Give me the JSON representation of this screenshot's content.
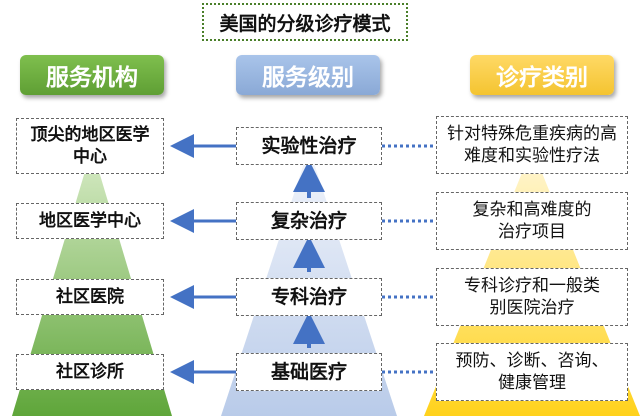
{
  "title": "美国的分级诊疗模式",
  "headers": {
    "institutions": "服务机构",
    "levels": "服务级别",
    "categories": "诊疗类别"
  },
  "institutions": [
    "顶尖的地区医学中心",
    "地区医学中心",
    "社区医院",
    "社区诊所"
  ],
  "levels": [
    "实验性治疗",
    "复杂治疗",
    "专科治疗",
    "基础医疗"
  ],
  "categories": [
    "针对特殊危重疾病的高难度和实验性疗法",
    "复杂和高难度的治疗项目",
    "专科诊疗和一般类别医院治疗",
    "预防、诊断、咨询、健康管理"
  ],
  "colors": {
    "green": "#6aae3e",
    "blue": "#c7d6f0",
    "yellow": "#ffd42a",
    "arrow": "#4472c4"
  }
}
